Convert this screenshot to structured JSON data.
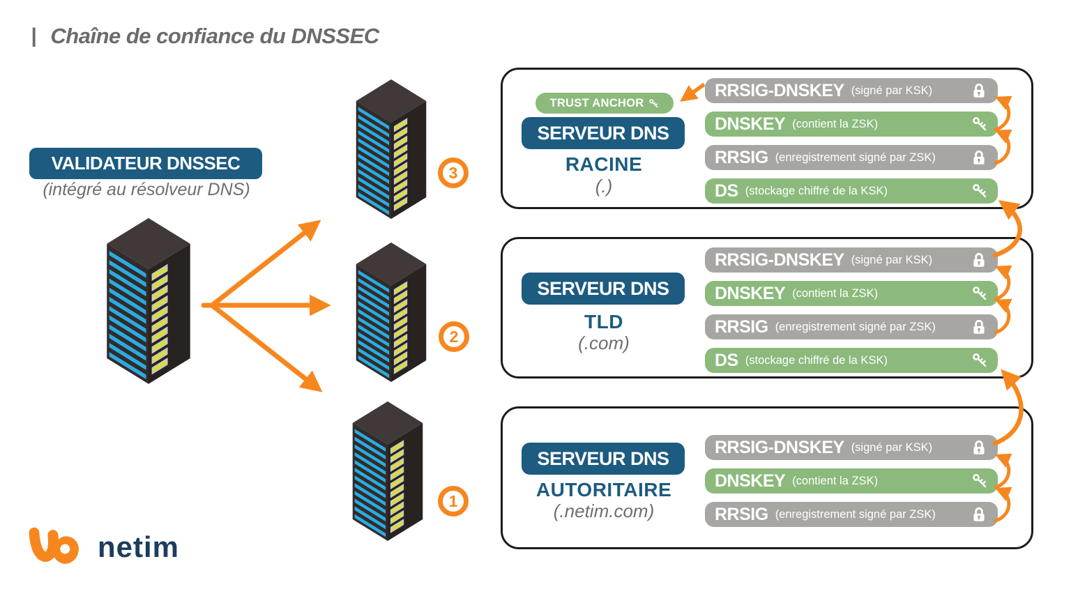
{
  "title": {
    "marker": "|",
    "text": "Chaîne de confiance du DNSSEC"
  },
  "validator": {
    "label": "VALIDATEUR DNSSEC",
    "sublabel": "(intégré au résolveur DNS)"
  },
  "colors": {
    "accent_orange": "#f6871f",
    "pill_green": "#8bba7c",
    "pill_gray": "#a7a6a3",
    "pill_blue": "#1d5b80",
    "text_gray": "#6d6e71",
    "server_stripe_blue": "#29abe2",
    "server_stripe_yellow": "#d8dd3b",
    "logo_navy": "#1d3d5c"
  },
  "zones": [
    {
      "badge": "3",
      "trust_anchor_label": "TRUST ANCHOR",
      "server_pill": "SERVEUR DNS",
      "zone_name": "RACINE",
      "zone_domain": "(.)",
      "records": [
        {
          "name": "RRSIG-DNSKEY",
          "note": "(signé par KSK)",
          "icon": "lock-icon",
          "variant": "gray"
        },
        {
          "name": "DNSKEY",
          "note": "(contient la ZSK)",
          "icon": "key-icon",
          "variant": "green"
        },
        {
          "name": "RRSIG",
          "note": "(enregistrement signé par ZSK)",
          "icon": "lock-icon",
          "variant": "gray"
        },
        {
          "name": "DS",
          "note": "(stockage chiffré de la KSK)",
          "icon": "key-icon",
          "variant": "green"
        }
      ]
    },
    {
      "badge": "2",
      "server_pill": "SERVEUR DNS",
      "zone_name": "TLD",
      "zone_domain": "(.com)",
      "records": [
        {
          "name": "RRSIG-DNSKEY",
          "note": "(signé par KSK)",
          "icon": "lock-icon",
          "variant": "gray"
        },
        {
          "name": "DNSKEY",
          "note": "(contient la ZSK)",
          "icon": "key-icon",
          "variant": "green"
        },
        {
          "name": "RRSIG",
          "note": "(enregistrement signé par ZSK)",
          "icon": "lock-icon",
          "variant": "gray"
        },
        {
          "name": "DS",
          "note": "(stockage chiffré de la KSK)",
          "icon": "key-icon",
          "variant": "green"
        }
      ]
    },
    {
      "badge": "1",
      "server_pill": "SERVEUR DNS",
      "zone_name": "AUTORITAIRE",
      "zone_domain": "(.netim.com)",
      "records": [
        {
          "name": "RRSIG-DNSKEY",
          "note": "(signé par KSK)",
          "icon": "lock-icon",
          "variant": "gray"
        },
        {
          "name": "DNSKEY",
          "note": "(contient la ZSK)",
          "icon": "key-icon",
          "variant": "green"
        },
        {
          "name": "RRSIG",
          "note": "(enregistrement signé par ZSK)",
          "icon": "lock-icon",
          "variant": "gray"
        }
      ]
    }
  ],
  "logo": {
    "text": "netim"
  }
}
